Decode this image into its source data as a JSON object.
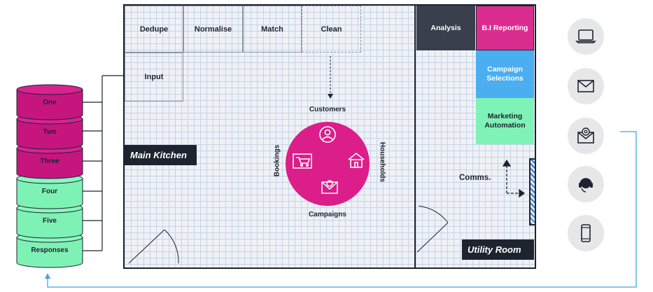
{
  "kitchen": {
    "cells": [
      "Dedupe",
      "Normalise",
      "Match",
      "Clean",
      "Input"
    ],
    "title": "Main Kitchen"
  },
  "hub": {
    "top": "Customers",
    "right": "Households",
    "bottom": "Campaigns",
    "left": "Bookings",
    "color": "#db1e8a"
  },
  "utility": {
    "title": "Utility Room",
    "comms": "Comms.",
    "tiles": [
      {
        "label": "Analysis",
        "bg": "#3a3f4d",
        "fg": "#ffffff"
      },
      {
        "label": "B.I Reporting",
        "bg": "#db2d8f",
        "fg": "#ffffff"
      },
      {
        "label": "Campaign Selections",
        "bg": "#3ea7ea",
        "fg": "#ffffff"
      },
      {
        "label": "Marketing Automation",
        "bg": "#7ff2b7",
        "fg": "#1e2330"
      }
    ]
  },
  "stack": {
    "items": [
      {
        "label": "One",
        "color": "#c7157f",
        "side": "#a11167"
      },
      {
        "label": "Two",
        "color": "#c7157f",
        "side": "#a11167"
      },
      {
        "label": "Three",
        "color": "#c7157f",
        "side": "#a11167"
      },
      {
        "label": "Four",
        "color": "#7ef2b5",
        "side": "#5fd699"
      },
      {
        "label": "Five",
        "color": "#7ef2b5",
        "side": "#5fd699"
      },
      {
        "label": "Responses",
        "color": "#7ef2b5",
        "side": "#5fd699"
      }
    ]
  },
  "channels": [
    "laptop-icon",
    "envelope-icon",
    "email-at-icon",
    "headset-icon",
    "smartphone-icon"
  ],
  "colors": {
    "navy": "#1e2330",
    "accent_line": "#3ea7ea"
  }
}
